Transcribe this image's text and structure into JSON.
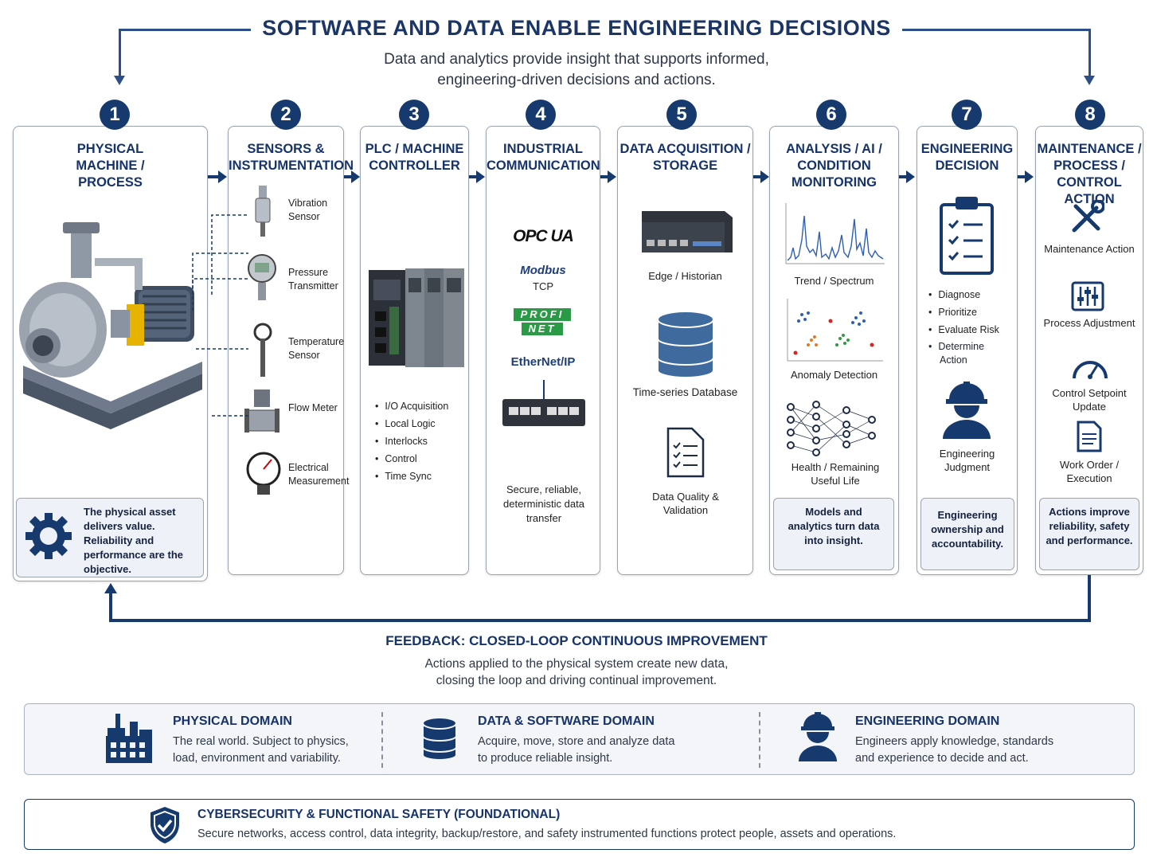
{
  "header": {
    "title": "SOFTWARE AND DATA ENABLE ENGINEERING DECISIONS",
    "subtitle_line1": "Data and analytics provide insight that supports informed,",
    "subtitle_line2": "engineering-driven decisions and actions."
  },
  "stages": [
    {
      "number": "1",
      "title": "PHYSICAL MACHINE / PROCESS",
      "note": "The physical asset delivers value. Reliability and performance are the objective."
    },
    {
      "number": "2",
      "title": "SENSORS & INSTRUMENTATION",
      "items": [
        "Vibration Sensor",
        "Pressure Transmitter",
        "Temperature Sensor",
        "Flow Meter",
        "Electrical Measurement"
      ]
    },
    {
      "number": "3",
      "title": "PLC / MACHINE CONTROLLER",
      "bullets": [
        "I/O Acquisition",
        "Local Logic",
        "Interlocks",
        "Control",
        "Time Sync"
      ]
    },
    {
      "number": "4",
      "title": "INDUSTRIAL COMMUNICATION",
      "protocols": [
        "OPC UA",
        "Modbus",
        "TCP",
        "PROFI",
        "NET",
        "EtherNet/IP"
      ],
      "caption": "Secure, reliable, deterministic data transfer"
    },
    {
      "number": "5",
      "title": "DATA ACQUISITION / STORAGE",
      "items": [
        "Edge / Historian",
        "Time-series Database",
        "Data Quality & Validation"
      ]
    },
    {
      "number": "6",
      "title": "ANALYSIS / AI / CONDITION MONITORING",
      "items": [
        "Trend / Spectrum",
        "Anomaly Detection",
        "Health / Remaining Useful Life"
      ],
      "note": "Models and analytics turn data into insight."
    },
    {
      "number": "7",
      "title": "ENGINEERING DECISION",
      "bullets": [
        "Diagnose",
        "Prioritize",
        "Evaluate Risk",
        "Determine Action"
      ],
      "items": [
        "Engineering Judgment"
      ],
      "note": "Engineering ownership and accountability."
    },
    {
      "number": "8",
      "title": "MAINTENANCE / PROCESS / CONTROL ACTION",
      "items": [
        "Maintenance Action",
        "Process Adjustment",
        "Control Setpoint Update",
        "Work Order / Execution"
      ],
      "note": "Actions improve reliability, safety and performance."
    }
  ],
  "feedback": {
    "title": "FEEDBACK: CLOSED-LOOP CONTINUOUS IMPROVEMENT",
    "line1": "Actions applied to the physical system create new data,",
    "line2": "closing the loop and driving continual improvement."
  },
  "domains": [
    {
      "title": "PHYSICAL DOMAIN",
      "line1": "The real world. Subject to physics,",
      "line2": "load, environment and variability.",
      "icon": "factory-icon"
    },
    {
      "title": "DATA & SOFTWARE DOMAIN",
      "line1": "Acquire, move, store and analyze data",
      "line2": "to produce reliable insight.",
      "icon": "database-icon"
    },
    {
      "title": "ENGINEERING DOMAIN",
      "line1": "Engineers apply knowledge, standards",
      "line2": "and experience to decide and act.",
      "icon": "engineer-icon"
    }
  ],
  "foundation": {
    "title": "CYBERSECURITY & FUNCTIONAL SAFETY (FOUNDATIONAL)",
    "text": "Secure networks, access control, data integrity, backup/restore, and safety instrumented functions protect people, assets and operations.",
    "icon": "shield-icon"
  },
  "colors": {
    "navy": "#163a6e",
    "border": "#9aa3b1",
    "note_bg": "#eef1f7"
  }
}
